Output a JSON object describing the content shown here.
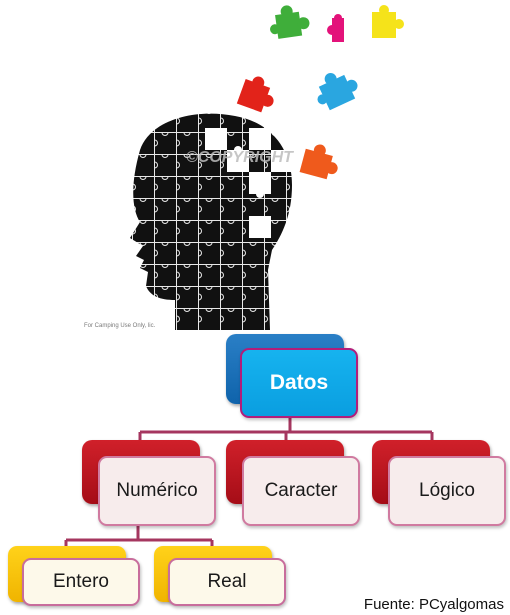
{
  "illustration": {
    "watermark": "©COPYRIGHT",
    "footnote": "For Camping Use Only, lic.",
    "puzzle_colors": {
      "green": "#3fae3a",
      "magenta": "#e3127a",
      "yellow": "#f5e31a",
      "red": "#e2231a",
      "blue": "#2aa6e0",
      "orange": "#ef5a1c",
      "head": "#111111"
    }
  },
  "diagram": {
    "root": {
      "label": "Datos"
    },
    "level1": [
      {
        "label": "Numérico"
      },
      {
        "label": "Caracter"
      },
      {
        "label": "Lógico"
      }
    ],
    "level2": [
      {
        "label": "Entero"
      },
      {
        "label": "Real"
      }
    ],
    "colors": {
      "root": "#0a9ee0",
      "level1": "#c0111c",
      "level2": "#f5c000",
      "connector": "#a5365f"
    }
  },
  "source": "Fuente: PCyalgomas"
}
